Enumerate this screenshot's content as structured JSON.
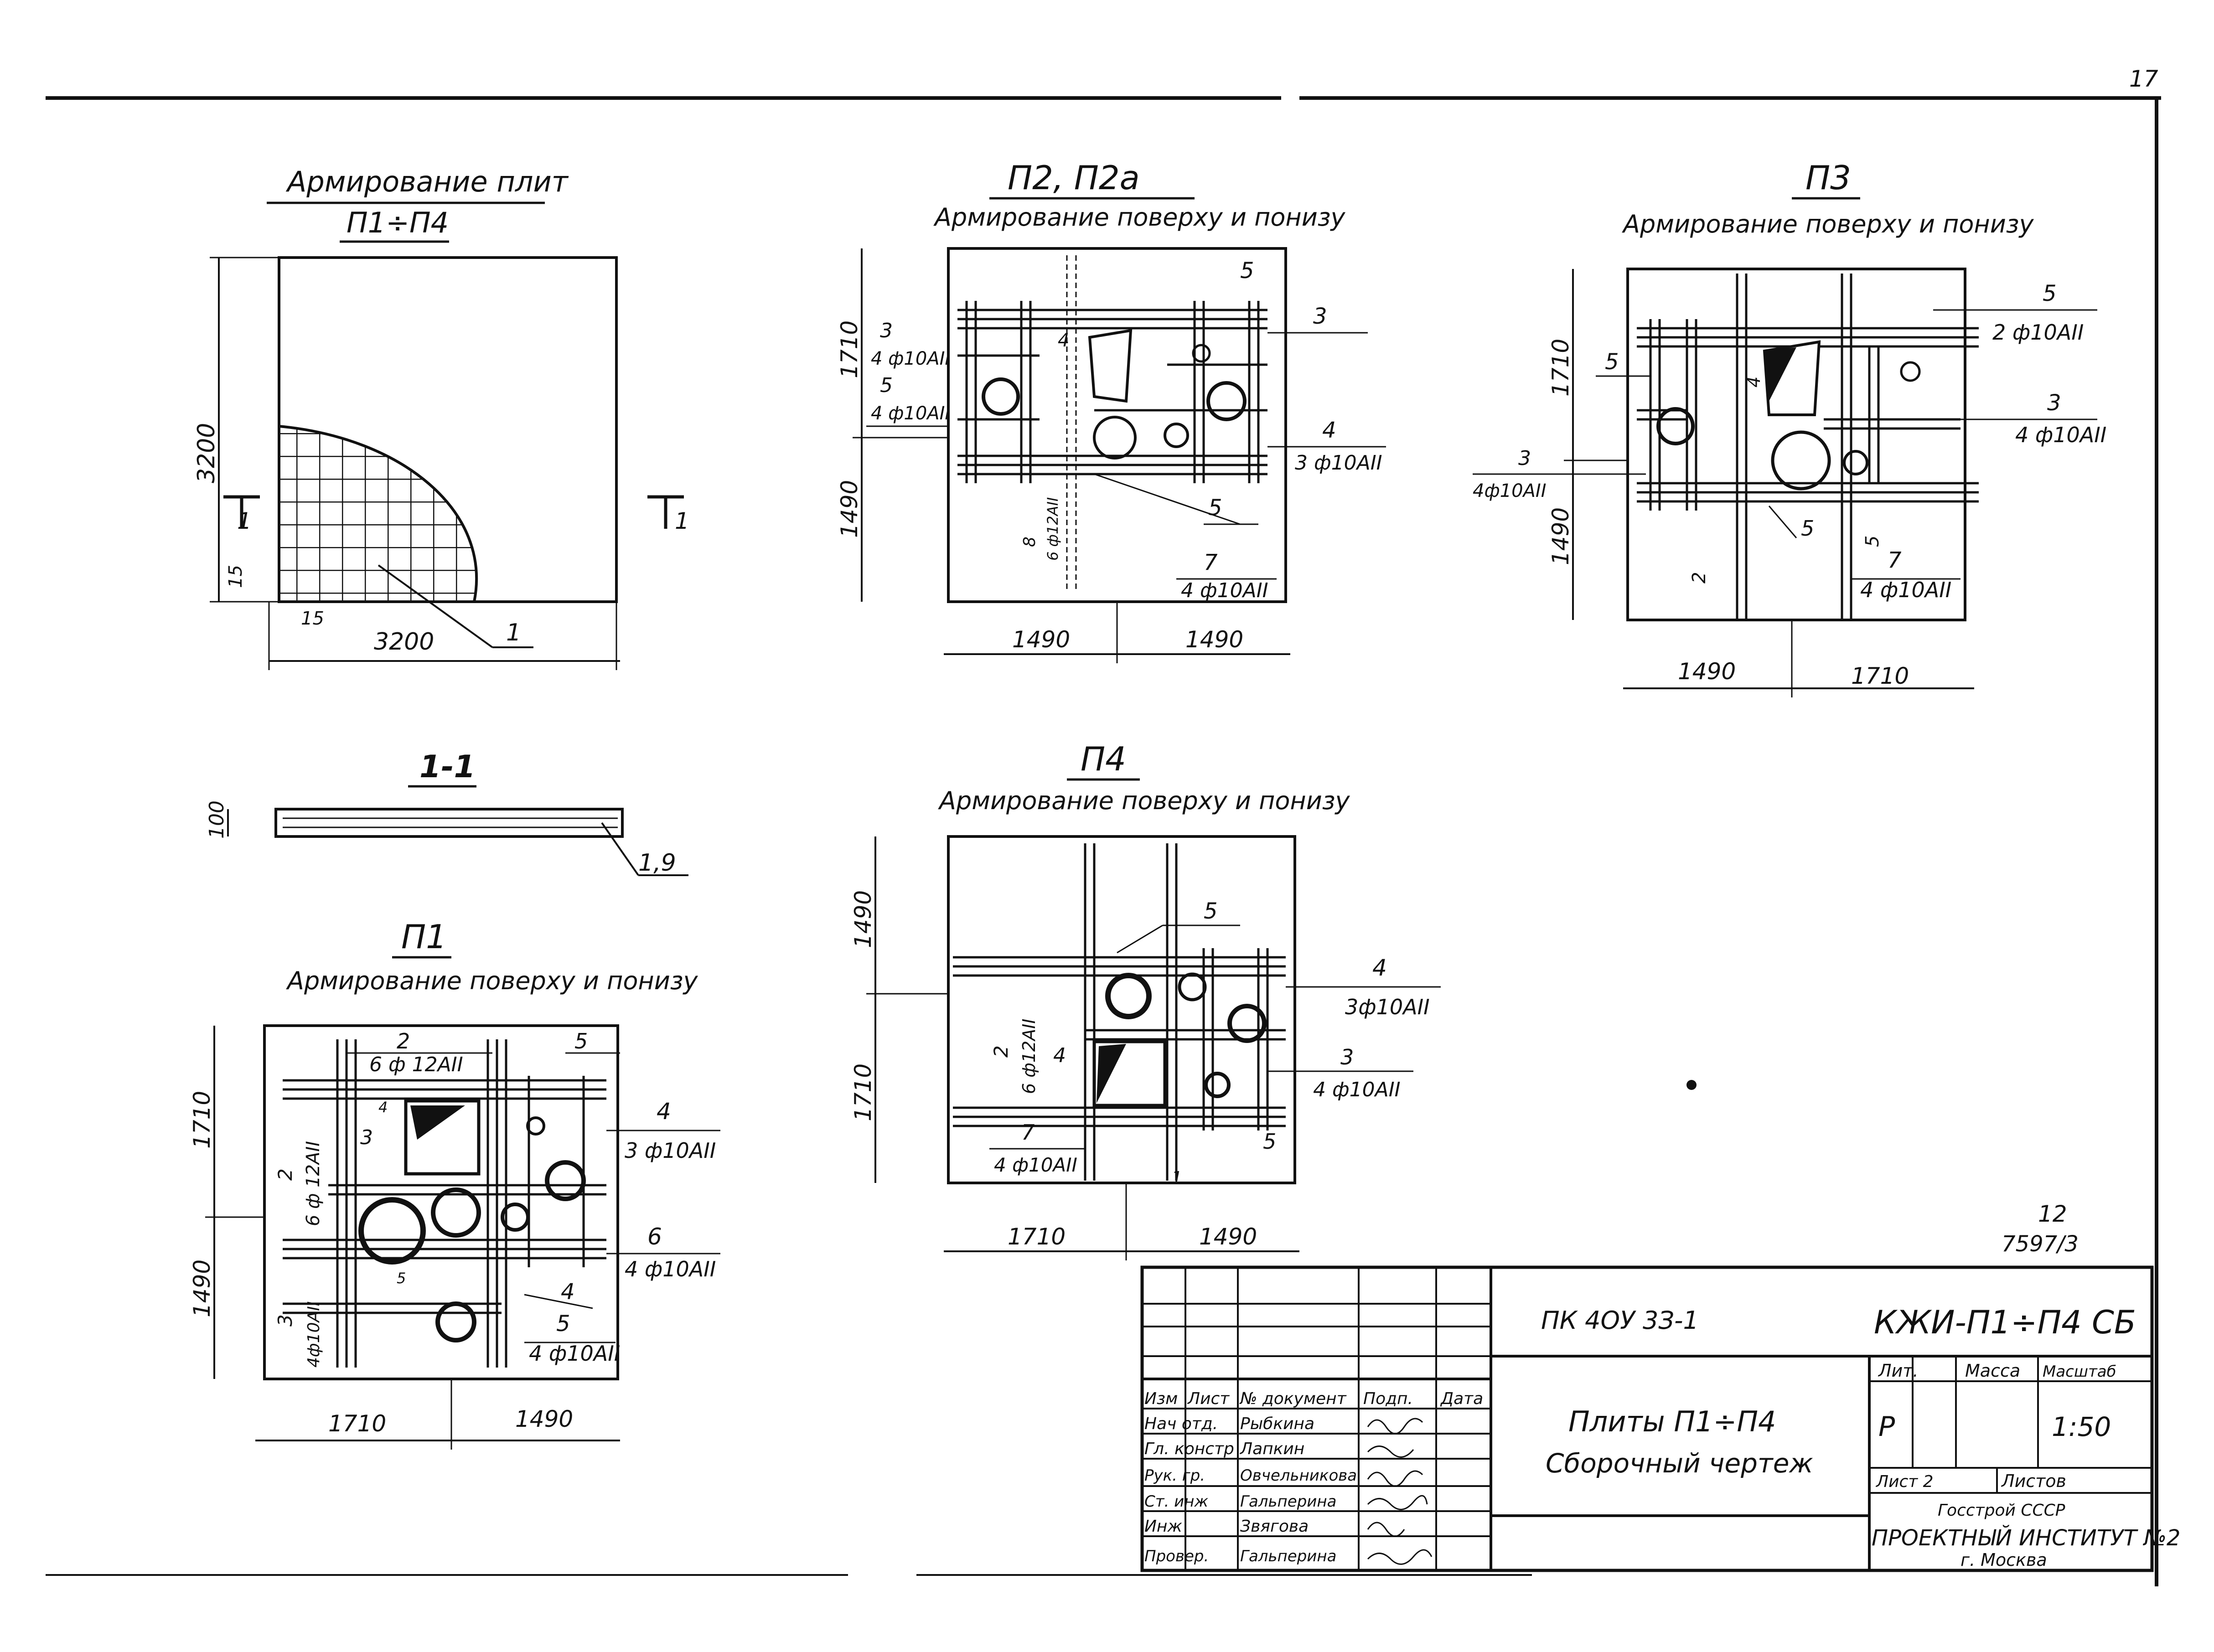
{
  "page_number": "17",
  "general": {
    "title_line1": "Армирование плит",
    "title_line2": "П1÷П4",
    "dims": {
      "h": "3200",
      "w": "3200",
      "off_v": "15",
      "off_h": "15"
    },
    "mark_left": "1",
    "mark_right": "1",
    "leader": "1"
  },
  "section": {
    "title": "1-1",
    "dim": "100",
    "leader": "1,9"
  },
  "p2": {
    "title": "П2, П2а",
    "subtitle": "Армирование поверху и понизу",
    "dims_left": [
      "1710",
      "1490"
    ],
    "dims_bottom": [
      "1490",
      "1490"
    ],
    "callouts": [
      {
        "num": "3",
        "spec": "4 ф10АII"
      },
      {
        "num": "5",
        "spec": "4 ф10АII"
      },
      {
        "num": "5",
        "spec": ""
      },
      {
        "num": "3",
        "spec": ""
      },
      {
        "num": "4",
        "spec": "3 ф10АII"
      },
      {
        "num": "5",
        "spec": ""
      },
      {
        "num": "7",
        "spec": "4 ф10АII"
      },
      {
        "num": "8",
        "spec": "6 ф12АII"
      },
      {
        "num": "4",
        "spec": ""
      }
    ]
  },
  "p3": {
    "title": "П3",
    "subtitle": "Армирование поверху и понизу",
    "dims_left": [
      "1710",
      "1490"
    ],
    "dims_bottom": [
      "1490",
      "1710"
    ],
    "callouts": [
      {
        "num": "5",
        "spec": "2 ф10АII"
      },
      {
        "num": "5",
        "spec": ""
      },
      {
        "num": "3",
        "spec": "4 ф10АII"
      },
      {
        "num": "3",
        "spec": "4ф10АII"
      },
      {
        "num": "5",
        "spec": ""
      },
      {
        "num": "7",
        "spec": "4 ф10АII"
      },
      {
        "num": "5",
        "spec": ""
      },
      {
        "num": "2",
        "spec": ""
      },
      {
        "num": "4",
        "spec": ""
      }
    ]
  },
  "p1": {
    "title": "П1",
    "subtitle": "Армирование поверху и понизу",
    "dims_left": [
      "1710",
      "1490"
    ],
    "dims_bottom": [
      "1710",
      "1490"
    ],
    "callouts": [
      {
        "num": "2",
        "spec": "6 ф 12АII"
      },
      {
        "num": "5",
        "spec": ""
      },
      {
        "num": "4",
        "spec": "3 ф10АII"
      },
      {
        "num": "2",
        "spec": "6 ф 12АII"
      },
      {
        "num": "3",
        "spec": ""
      },
      {
        "num": "4",
        "spec": ""
      },
      {
        "num": "6",
        "spec": "4 ф10АII"
      },
      {
        "num": "4",
        "spec": ""
      },
      {
        "num": "5",
        "spec": "4 ф10АII"
      },
      {
        "num": "3",
        "spec": "4ф10АII"
      },
      {
        "num": "5",
        "spec": ""
      }
    ]
  },
  "p4": {
    "title": "П4",
    "subtitle": "Армирование поверху и понизу",
    "dims_left": [
      "1490",
      "1710"
    ],
    "dims_bottom": [
      "1710",
      "1490"
    ],
    "callouts": [
      {
        "num": "5",
        "spec": ""
      },
      {
        "num": "4",
        "spec": "3ф10АII"
      },
      {
        "num": "2",
        "spec": "6 ф12АII"
      },
      {
        "num": "4",
        "spec": ""
      },
      {
        "num": "3",
        "spec": "4 ф10АII"
      },
      {
        "num": "7",
        "spec": "4 ф10АII"
      },
      {
        "num": "5",
        "spec": ""
      },
      {
        "num": "1",
        "spec": ""
      }
    ]
  },
  "stamp": {
    "sheet_note_1": "12",
    "sheet_note_2": "7597/3",
    "project_code": "ПК 4ОУ 3З-1",
    "drawing_code": "КЖИ-П1÷П4 СБ",
    "title_line1": "Плиты П1÷П4",
    "title_line2": "Сборочный чертеж",
    "col_headers": [
      "Изм",
      "Лист",
      "№ документ",
      "Подп.",
      "Дата"
    ],
    "roles": [
      {
        "role": "Нач отд.",
        "name": "Рыбкина"
      },
      {
        "role": "Гл. констр",
        "name": "Лапкин"
      },
      {
        "role": "Рук. гр.",
        "name": "Овчельникова"
      },
      {
        "role": "Ст. инж",
        "name": "Гальперина"
      },
      {
        "role": "Инж",
        "name": "Звягова"
      },
      {
        "role": "Провер.",
        "name": "Гальперина"
      }
    ],
    "stage_headers": [
      "Лит.",
      "Масса",
      "Масштаб"
    ],
    "stage": "Р",
    "scale": "1:50",
    "sheet_label": "Лист 2",
    "sheets_label": "Листов",
    "org_line1": "Госстрой СССР",
    "org_line2": "ПРОЕКТНЫЙ ИНСТИТУТ №2",
    "org_line3": "г. Москва"
  }
}
